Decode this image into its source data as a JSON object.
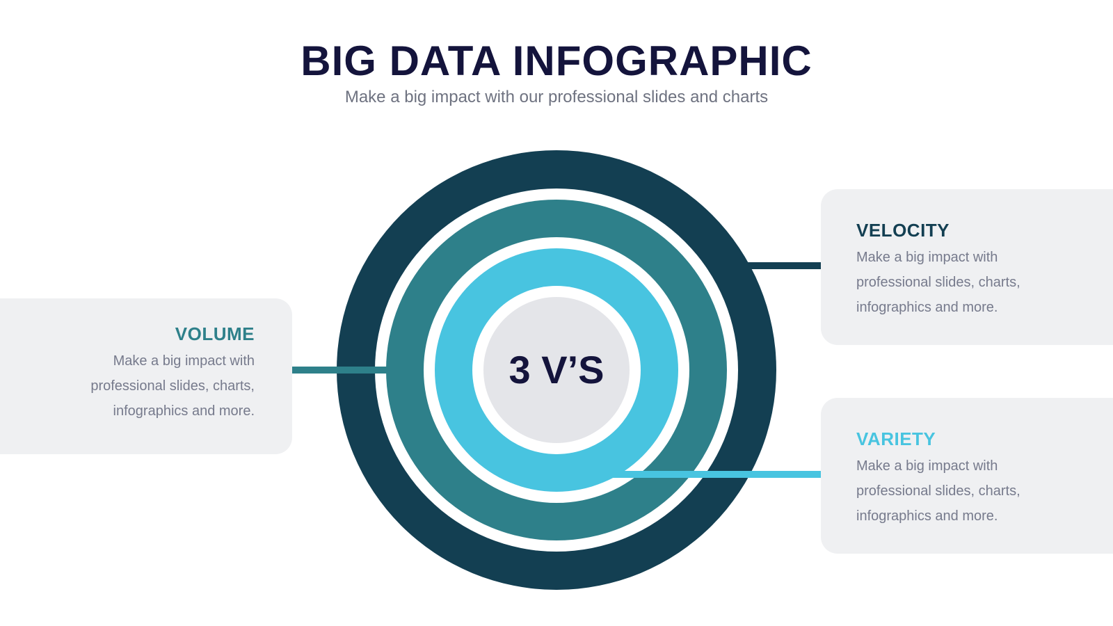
{
  "header": {
    "title": "BIG DATA INFOGRAPHIC",
    "subtitle": "Make a big impact with our professional slides and charts"
  },
  "center": {
    "label": "3 V’S"
  },
  "items": {
    "volume": {
      "title": "VOLUME",
      "line1": "Make a big impact with",
      "line2": "professional slides, charts,",
      "line3": "infographics and more."
    },
    "velocity": {
      "title": "VELOCITY",
      "line1": "Make a big impact with",
      "line2": "professional slides, charts,",
      "line3": "infographics and more."
    },
    "variety": {
      "title": "VARIETY",
      "line1": "Make a big impact with",
      "line2": "professional slides, charts,",
      "line3": "infographics and more."
    }
  },
  "colors": {
    "title": "#14143c",
    "outer_ring": "#133f52",
    "middle_ring": "#2e808a",
    "inner_ring": "#48c4e0",
    "core": "#e4e5e9",
    "card_bg": "#eff0f2",
    "body_text": "#767a8c"
  }
}
